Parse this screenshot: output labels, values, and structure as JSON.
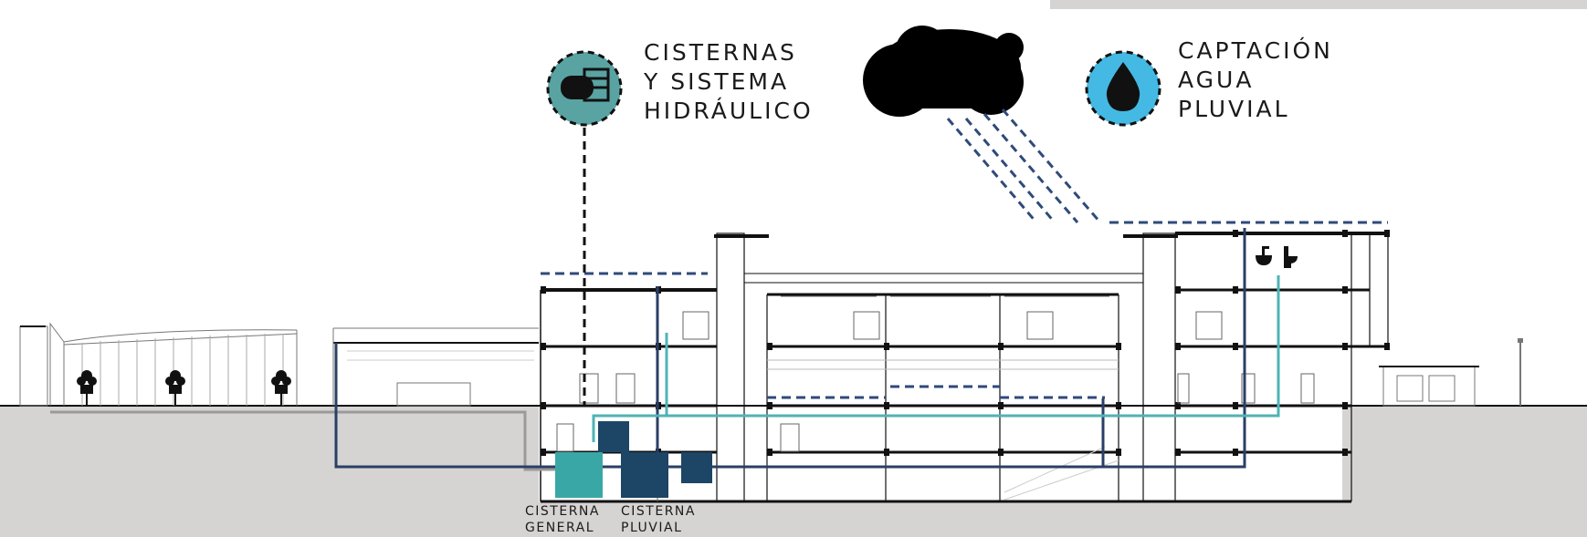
{
  "legend": {
    "cisternas": {
      "lines": [
        "CISTERNAS",
        "Y SISTEMA",
        "HIDRÁULICO"
      ],
      "icon": "tank-icon",
      "color": "#5aa3a3"
    },
    "captacion": {
      "lines": [
        "CAPTACIÓN",
        "AGUA",
        "PLUVIAL"
      ],
      "icon": "water-drop-icon",
      "color": "#44b9e3"
    }
  },
  "tanks": {
    "general": {
      "lines": [
        "CISTERNA",
        "GENERAL"
      ],
      "color": "#3aa7a7"
    },
    "pluvial": {
      "lines": [
        "CISTERNA",
        "PLUVIAL"
      ],
      "color": "#1c4566"
    }
  },
  "colors": {
    "ground": "#d6d4d2",
    "rain": "#2f4a7a",
    "pipe_dark": "#2a3f66",
    "pipe_teal": "#4fb3b5",
    "pipe_gray": "#9a9a9a",
    "structure": "#111111"
  },
  "icons": [
    "cloud-icon",
    "rain-lines",
    "sink-icon",
    "toilet-icon",
    "tree-icon",
    "lamp-post-icon"
  ]
}
